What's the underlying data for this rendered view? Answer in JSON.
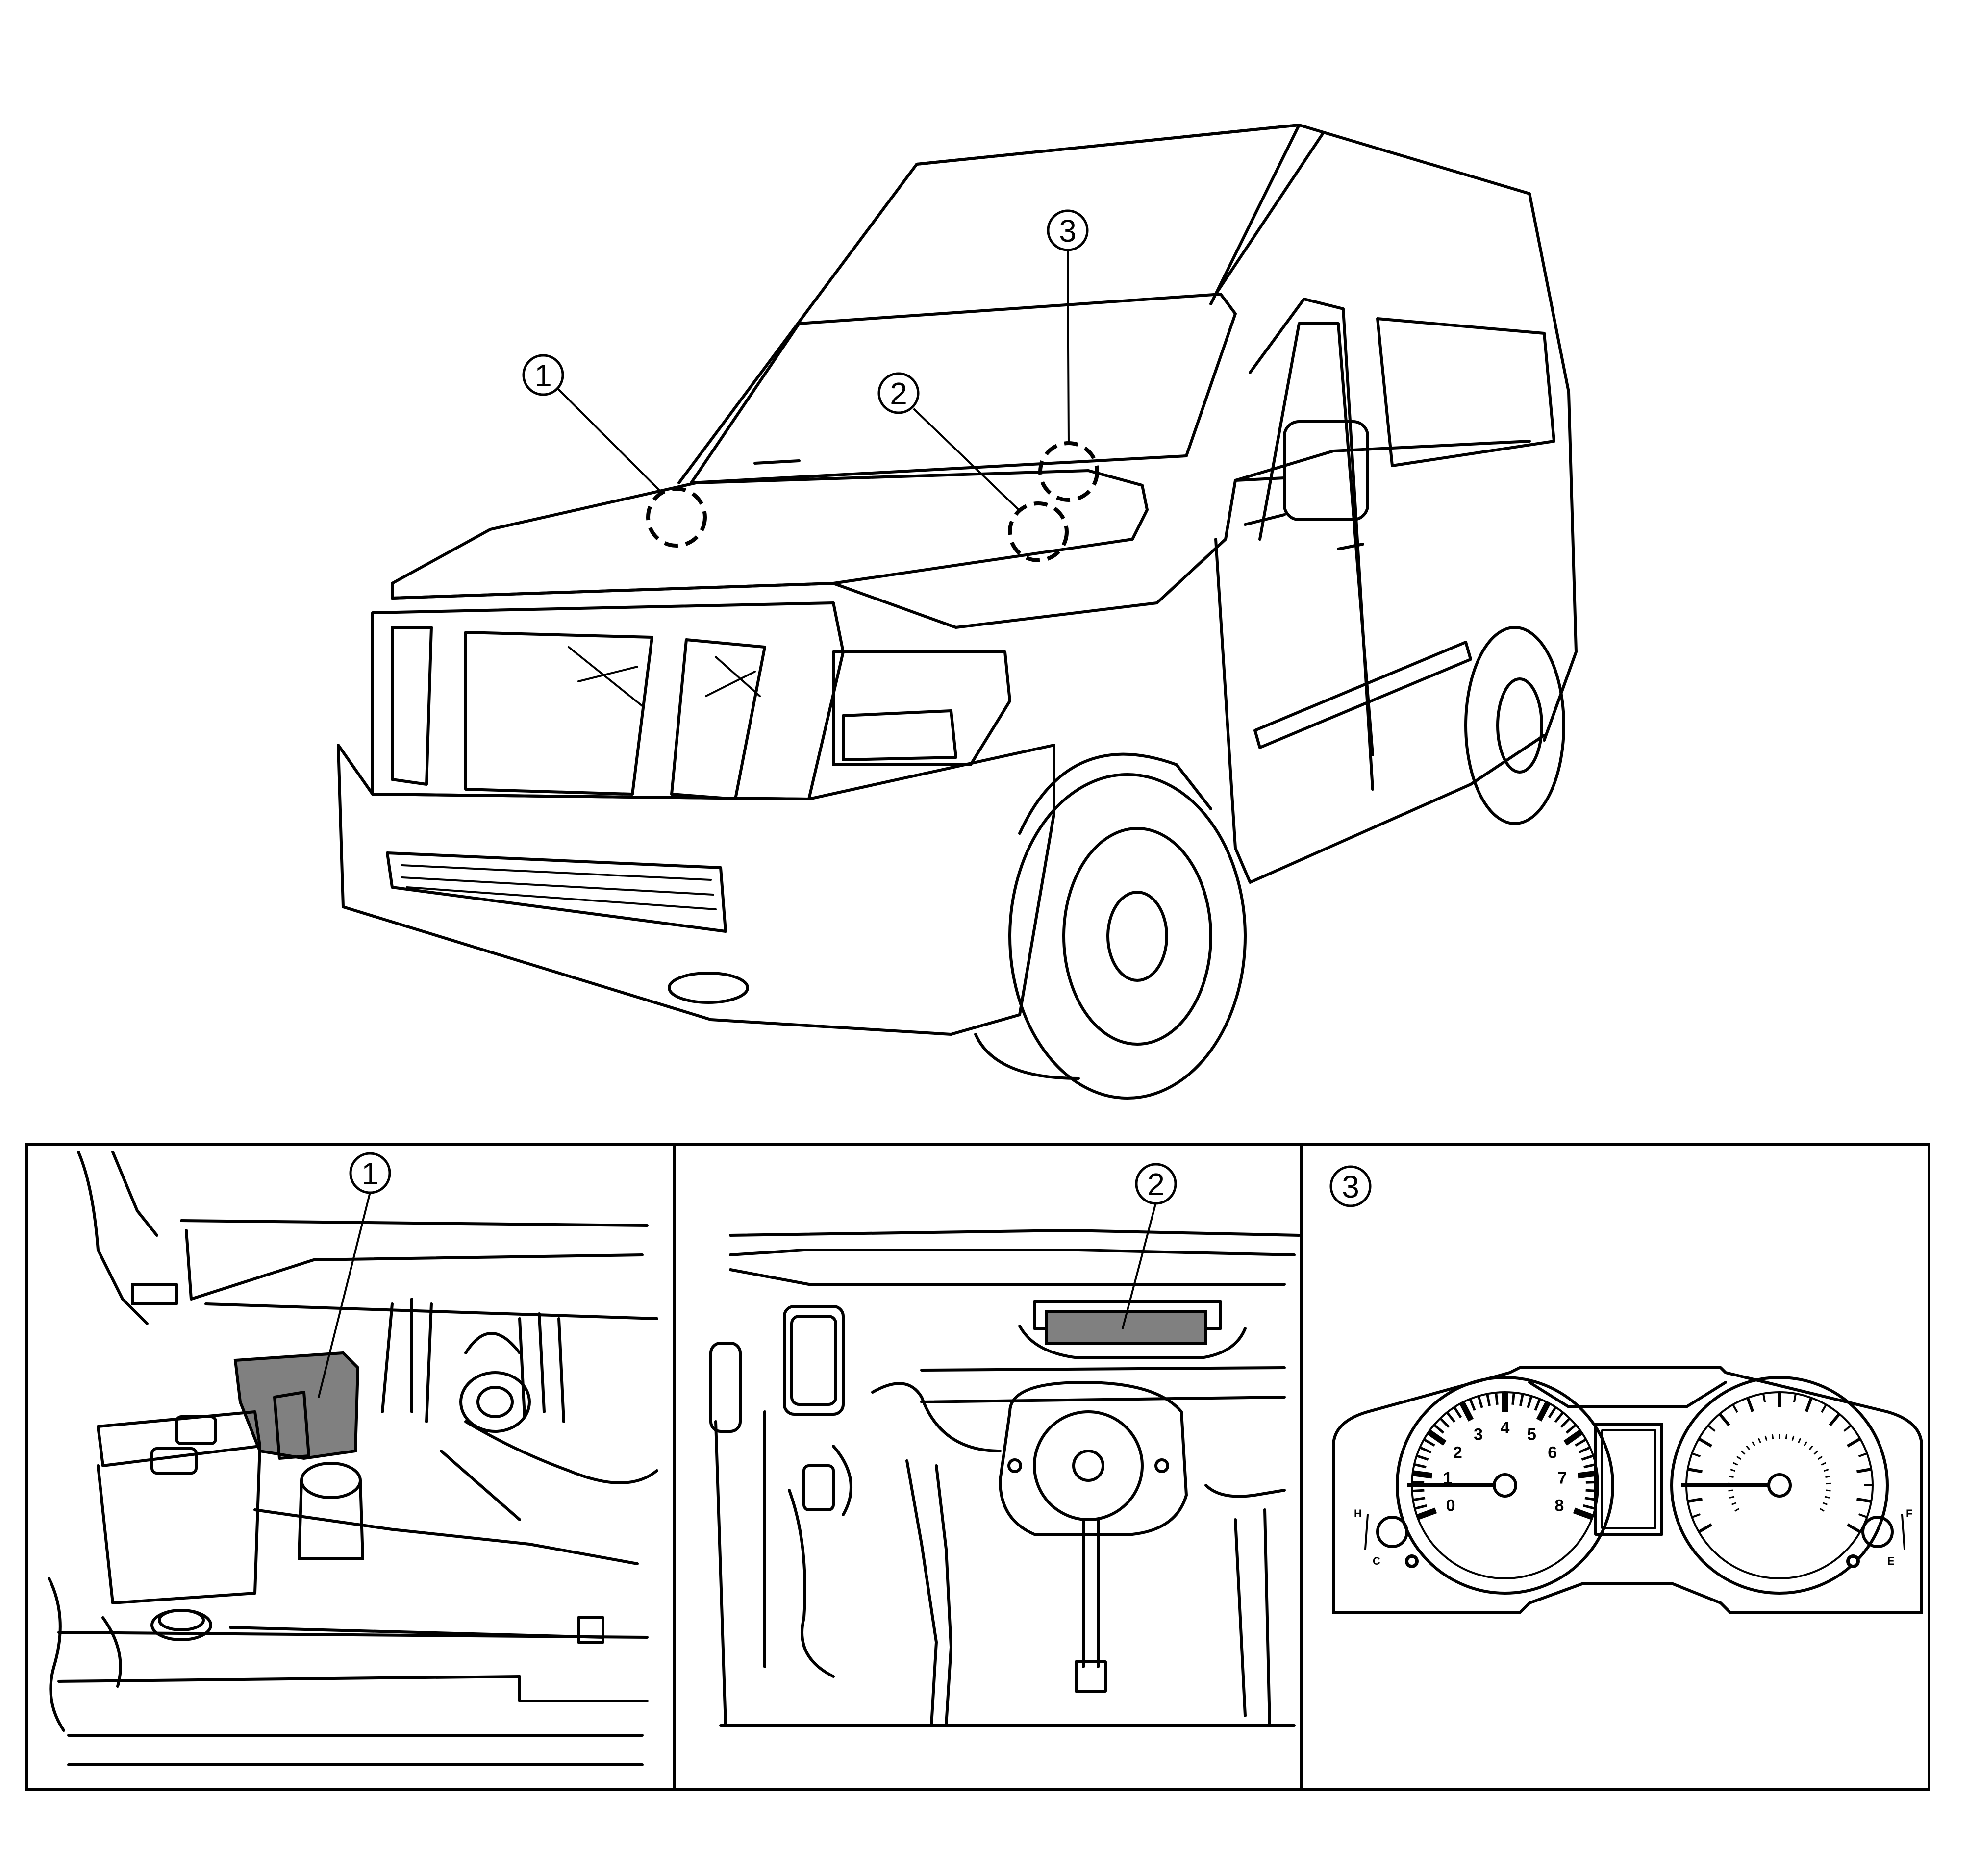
{
  "callouts": {
    "one": "1",
    "two": "2",
    "three": "3"
  },
  "panels": {
    "engine_room": {
      "callout": "1"
    },
    "dashboard": {
      "callout": "2"
    },
    "combination_meter": {
      "callout": "3"
    }
  },
  "meter": {
    "tach_labels": [
      "0",
      "1",
      "2",
      "3",
      "4",
      "5",
      "6",
      "7",
      "8"
    ],
    "temp_high": "H",
    "temp_cold": "C",
    "fuel_full": "F",
    "fuel_empty": "E"
  },
  "colors": {
    "line": "#000000",
    "highlight": "#808080",
    "background": "#ffffff"
  }
}
